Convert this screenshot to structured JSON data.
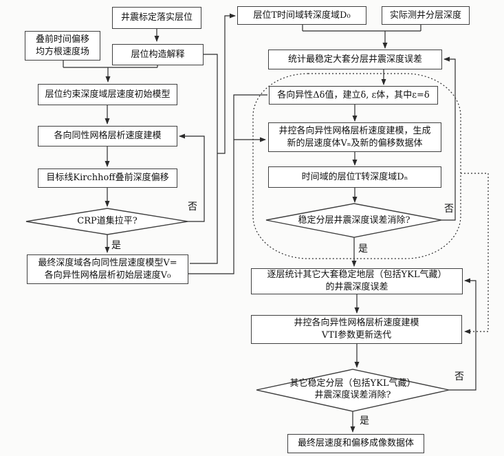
{
  "diagram": {
    "labels": {
      "yes": "是",
      "no": "否"
    },
    "colors": {
      "line": "#2b2b2b",
      "box_border": "#3f3f3f",
      "background": "#fbfbfa",
      "text": "#111111"
    },
    "nodes": {
      "b1": {
        "text": "井震标定落实层位"
      },
      "b2": {
        "text": "叠前时间偏移\n均方根速度场"
      },
      "b3": {
        "text": "层位构造解释"
      },
      "b5": {
        "text": "层位约束深度域层速度初始模型"
      },
      "b6": {
        "text": "各向同性网格层析速度建模"
      },
      "b7": {
        "text": "目标线Kirchhoff叠前深度偏移"
      },
      "d8": {
        "text": "CRP道集拉平?"
      },
      "b11": {
        "text": "最终深度域各向同性层速度模型V=\n各向异性网格层析初始层速度V₀"
      },
      "b12": {
        "text": "层位T时间域转深度域D₀"
      },
      "b13": {
        "text": "实际测井分层深度"
      },
      "b15": {
        "text": "统计最稳定大套分层井震深度误差"
      },
      "b17": {
        "text": "各向异性Δδ值，建立δ, ε体，其中ε=δ"
      },
      "b18": {
        "text": "井控各向异性网格层析速度建模，生成\n新的层速度体Vₙ及新的偏移数据体"
      },
      "b19": {
        "text": "时间域的层位T转深度域Dₙ"
      },
      "d20": {
        "text": "稳定分层井震深度误差消除?"
      },
      "b21": {
        "text": "逐层统计其它大套稳定地层（包括YKL气藏）\n的井震深度误差"
      },
      "b22": {
        "text": "井控各向异性网格层析速度建模\nVTI参数更新迭代"
      },
      "d23": {
        "text": "其它稳定分层（包括YKL气藏）\n井震深度误差消除?"
      },
      "b24": {
        "text": "最终层速度和偏移成像数据体"
      }
    },
    "edges": [
      "b1>b3",
      "b2>b5",
      "b3>b5",
      "b5>b6",
      "b6>b7",
      "b7>d8",
      "d8>b6:否",
      "d8>b11:是",
      "b3>b12",
      "b11>b12",
      "b11>b17",
      "b11>b18",
      "b12>b15",
      "b13>b15",
      "b15>b17",
      "b17>b18",
      "b18>b19",
      "b19>d20",
      "d20>b15:否",
      "d20>b21:是",
      "b21>b22",
      "b22>d23",
      "d23>b21:否",
      "d23>b24:是",
      "iteration-region>b22:dotted"
    ]
  }
}
